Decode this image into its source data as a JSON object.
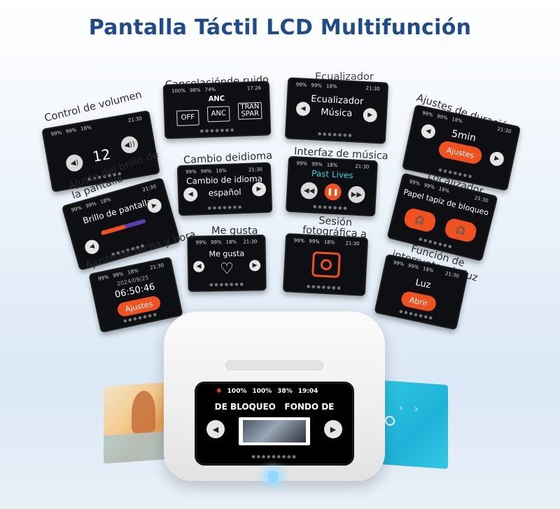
{
  "title": "Pantalla Táctil LCD Multifunción",
  "labels": {
    "volume": "Control de volumen",
    "anc": "Cancelacióndе ruido",
    "eq": "Ecualizador",
    "duration": "Ajustes de duración",
    "brightness": "Ajuste del brillo de la pantalla",
    "language": "Cambio deidioma",
    "music": "Interfaz de música",
    "finder": "Localizador demis audífonos",
    "like": "Me gusta",
    "photo": "Sesión fotográfica a distancia",
    "datetime": "Ajuste de fecha y hora",
    "light": "Función de interruptor de luz"
  },
  "status": {
    "a": "99%",
    "b": "99%",
    "c": "18%",
    "time": "21:30"
  },
  "screens": {
    "volume": {
      "value": "12"
    },
    "anc": {
      "title": "ANC",
      "status_a": "100%",
      "status_b": "98%",
      "status_c": "74%",
      "time": "17:26",
      "off": "OFF",
      "anc": "ANC",
      "trans": "TRAN SPAR"
    },
    "eq": {
      "title": "Ecualizador",
      "mode": "Música"
    },
    "duration": {
      "title": "Ajustes de duración",
      "value": "5min",
      "button": "Ajustes"
    },
    "brightness": {
      "title": "Brillo de pantalla",
      "level": 0.55
    },
    "language": {
      "title": "Cambio de idioma",
      "value": "español"
    },
    "music": {
      "song": "Past Lives"
    },
    "finder": {
      "title": "Papel tapiz de bloqueo"
    },
    "like": {
      "title": "Me gusta"
    },
    "datetime": {
      "date": "2024/09/25",
      "time": "06:50:46",
      "button": "Ajustes"
    },
    "light": {
      "title": "Luz",
      "button": "Abrir"
    }
  },
  "case_screen": {
    "status_a": "100%",
    "status_b": "100%",
    "status_c": "38%",
    "time": "19:04",
    "marquee": "DE BLOQUEO   FONDO DE"
  },
  "colors": {
    "title": "#1f4a8c",
    "accent": "#f0511e",
    "music_song": "#2fd0e0"
  }
}
